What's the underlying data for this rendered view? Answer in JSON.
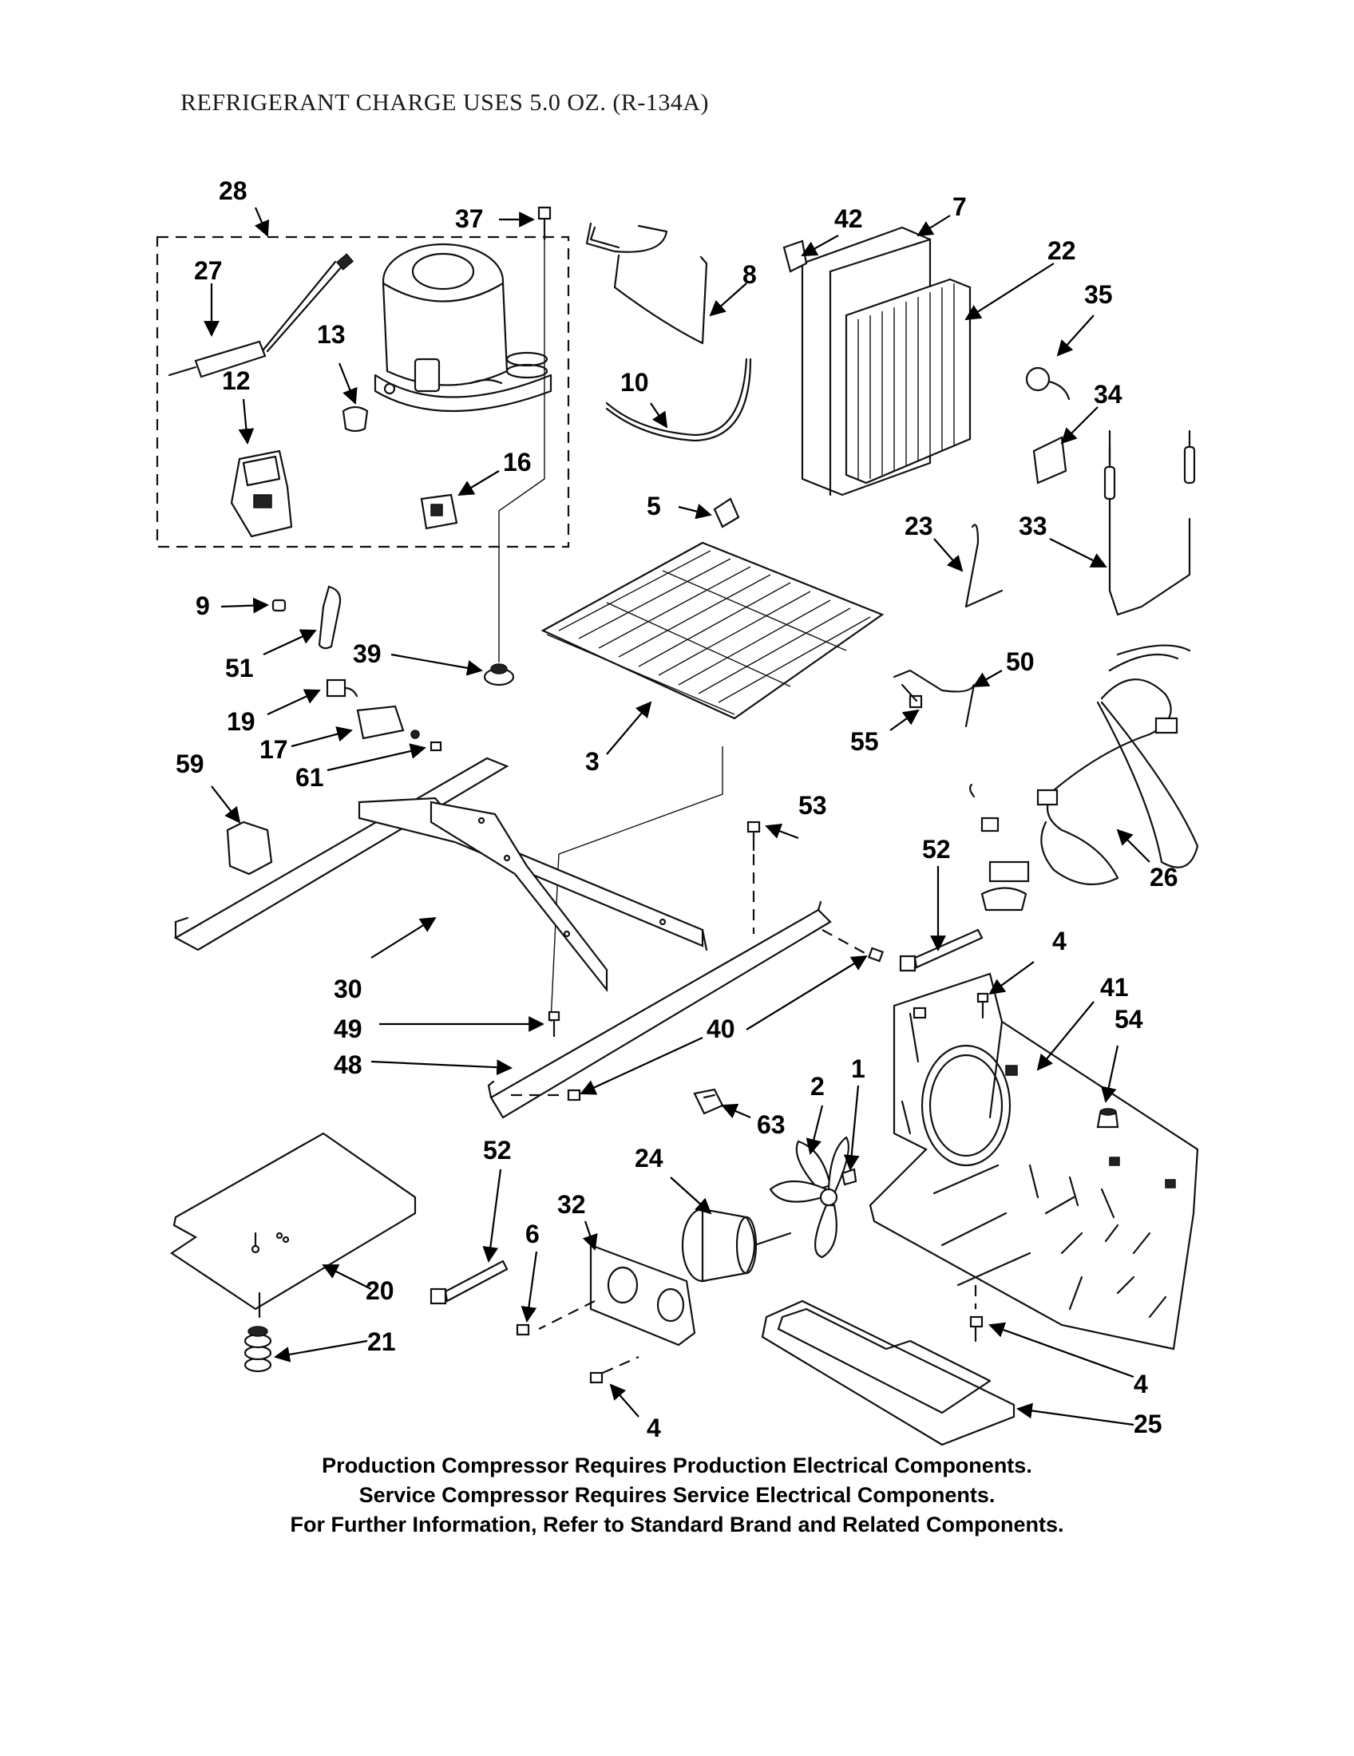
{
  "header": {
    "title": "REFRIGERANT CHARGE USES 5.0 OZ. (R-134A)"
  },
  "callouts": {
    "c28": "28",
    "c37": "37",
    "c42": "42",
    "c7": "7",
    "c27": "27",
    "c8": "8",
    "c22": "22",
    "c35": "35",
    "c13": "13",
    "c12": "12",
    "c10": "10",
    "c34": "34",
    "c16": "16",
    "c5": "5",
    "c23": "23",
    "c33": "33",
    "c9": "9",
    "c51": "51",
    "c39": "39",
    "c50": "50",
    "c19": "19",
    "c17": "17",
    "c61": "61",
    "c55": "55",
    "c3": "3",
    "c59": "59",
    "c53": "53",
    "c52a": "52",
    "c26": "26",
    "c4a": "4",
    "c30": "30",
    "c41": "41",
    "c54": "54",
    "c49": "49",
    "c40": "40",
    "c48": "48",
    "c1": "1",
    "c2": "2",
    "c63": "63",
    "c52b": "52",
    "c24": "24",
    "c32": "32",
    "c6": "6",
    "c20": "20",
    "c21": "21",
    "c4b": "4",
    "c4c": "4",
    "c25": "25"
  },
  "footer": {
    "line1": "Production Compressor Requires Production Electrical Components.",
    "line2": "Service Compressor Requires Service Electrical Components.",
    "line3": "For Further Information, Refer to Standard Brand and Related Components."
  }
}
